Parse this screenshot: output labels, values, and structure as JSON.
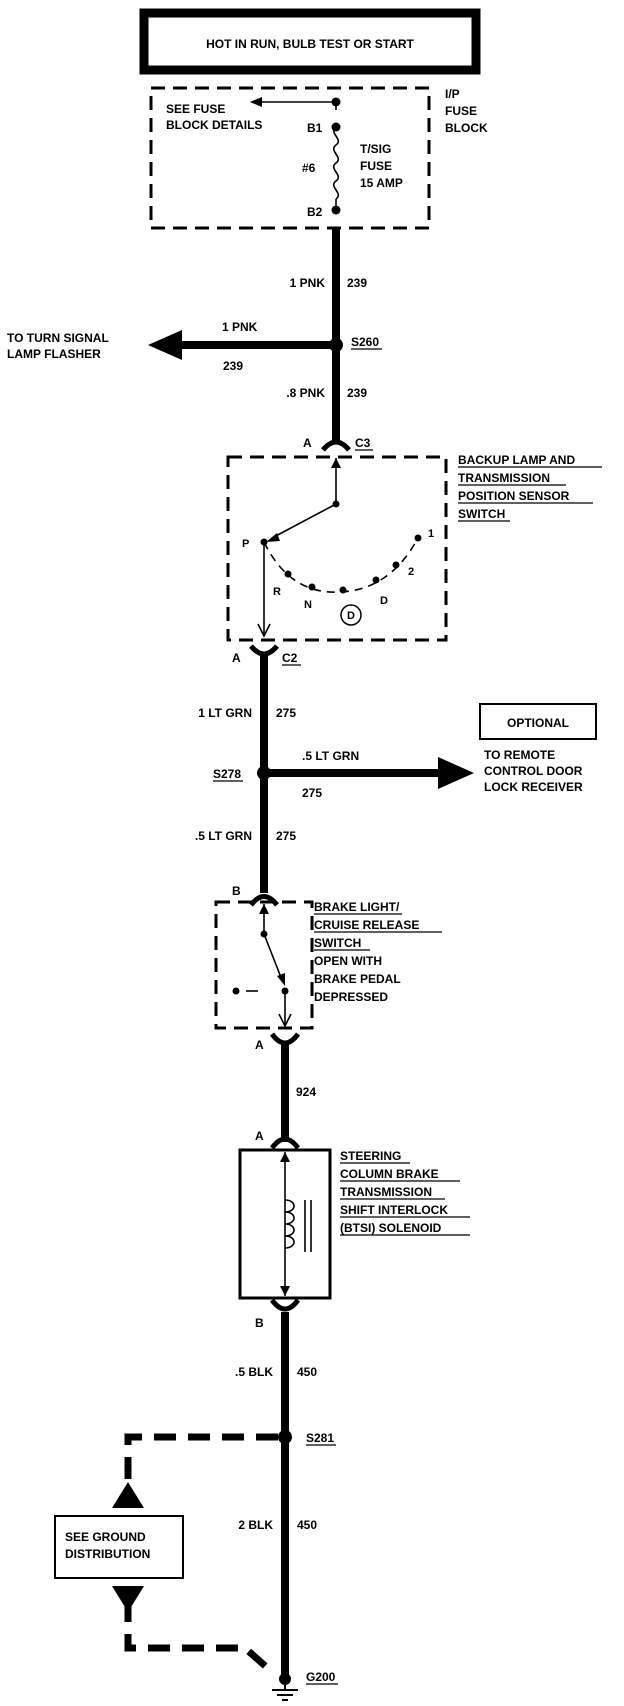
{
  "header": {
    "text": "HOT IN RUN, BULB TEST OR START"
  },
  "fuse_block": {
    "see_line1": "SEE FUSE",
    "see_line2": "BLOCK DETAILS",
    "pin_top": "B1",
    "pin_bottom": "B2",
    "fuse_number": "#6",
    "fuse_line1": "T/SIG",
    "fuse_line2": "FUSE",
    "fuse_line3": "15 AMP",
    "name_line1": "I/P",
    "name_line2": "FUSE",
    "name_line3": "BLOCK"
  },
  "wire1": {
    "gauge": "1 PNK",
    "circuit": "239"
  },
  "splice_s260": {
    "label": "S260",
    "branch_gauge": "1 PNK",
    "branch_circuit": "239",
    "dest_line1": "TO TURN SIGNAL",
    "dest_line2": "LAMP FLASHER"
  },
  "wire2": {
    "gauge": ".8 PNK",
    "circuit": "239"
  },
  "backup_switch": {
    "conn_top_pin": "A",
    "conn_top": "C3",
    "name_line1": "BACKUP LAMP AND",
    "name_line2": "TRANSMISSION",
    "name_line3": "POSITION SENSOR",
    "name_line4": "SWITCH",
    "positions": [
      "P",
      "R",
      "N",
      "D",
      "2",
      "1"
    ],
    "drive_symbol": "D",
    "conn_bottom_pin": "A",
    "conn_bottom": "C2"
  },
  "wire3": {
    "gauge": "1 LT GRN",
    "circuit": "275"
  },
  "splice_s278": {
    "label": "S278",
    "branch_gauge": ".5 LT GRN",
    "branch_circuit": "275",
    "optional": "OPTIONAL",
    "dest_line1": "TO REMOTE",
    "dest_line2": "CONTROL DOOR",
    "dest_line3": "LOCK RECEIVER"
  },
  "wire4": {
    "gauge": ".5 LT GRN",
    "circuit": "275"
  },
  "brake_switch": {
    "pin_top": "B",
    "pin_bottom": "A",
    "name_line1": "BRAKE LIGHT/",
    "name_line2": "CRUISE RELEASE",
    "name_line3": "SWITCH",
    "note_line1": "OPEN WITH",
    "note_line2": "BRAKE PEDAL",
    "note_line3": "DEPRESSED"
  },
  "wire5": {
    "circuit": "924"
  },
  "solenoid": {
    "pin_top": "A",
    "pin_bottom": "B",
    "name_line1": "STEERING",
    "name_line2": "COLUMN BRAKE",
    "name_line3": "TRANSMISSION",
    "name_line4": "SHIFT INTERLOCK",
    "name_line5": "(BTSI) SOLENOID"
  },
  "wire6": {
    "gauge": ".5 BLK",
    "circuit": "450"
  },
  "splice_s281": {
    "label": "S281"
  },
  "ground_ref": {
    "line1": "SEE GROUND",
    "line2": "DISTRIBUTION"
  },
  "wire7": {
    "gauge": "2 BLK",
    "circuit": "450"
  },
  "ground": {
    "label": "G200"
  }
}
